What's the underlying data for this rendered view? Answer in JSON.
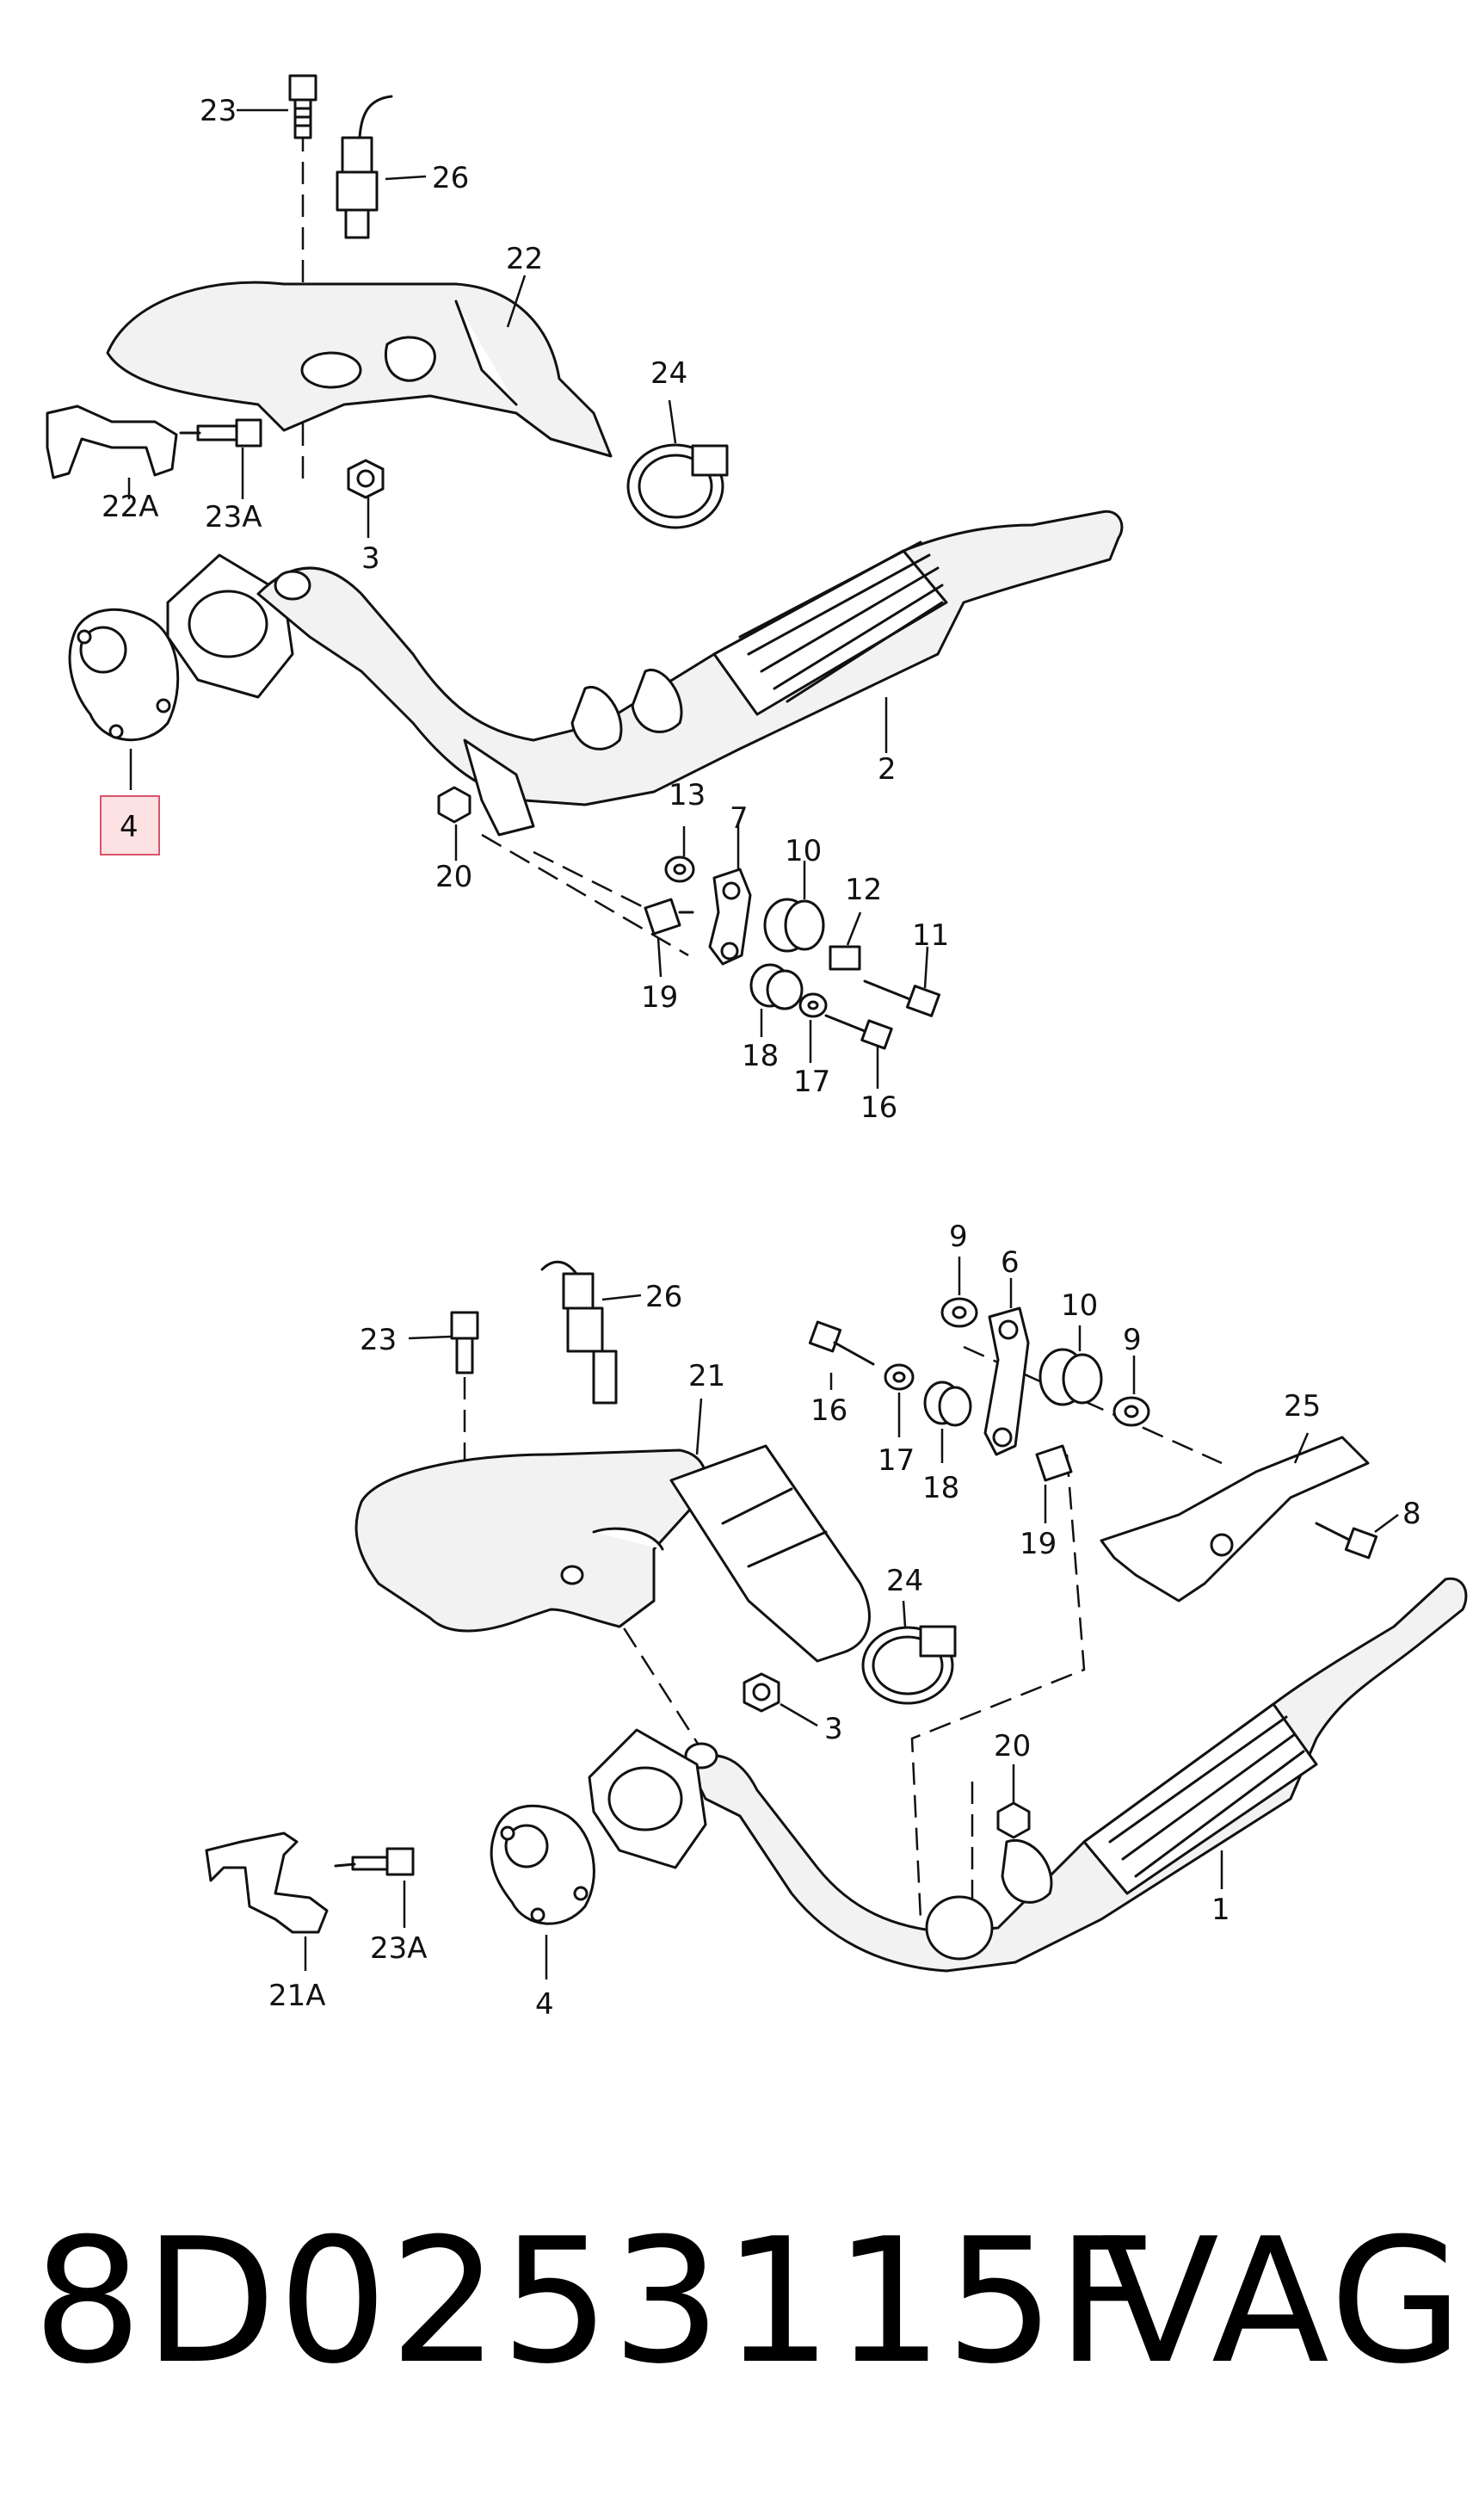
{
  "diagram": {
    "upper": {
      "labels": {
        "l23": "23",
        "l26": "26",
        "l22": "22",
        "l24": "24",
        "l22A": "22A",
        "l23A": "23A",
        "l3": "3",
        "l4": "4",
        "l2": "2",
        "l13": "13",
        "l7": "7",
        "l10": "10",
        "l12": "12",
        "l11": "11",
        "l20": "20",
        "l19": "19",
        "l18": "18",
        "l17": "17",
        "l16": "16"
      },
      "highlighted_label": "4"
    },
    "lower": {
      "labels": {
        "l9a": "9",
        "l6": "6",
        "l10": "10",
        "l9b": "9",
        "l26": "26",
        "l23": "23",
        "l21": "21",
        "l16": "16",
        "l17": "17",
        "l18": "18",
        "l25": "25",
        "l19": "19",
        "l8": "8",
        "l24": "24",
        "l3": "3",
        "l20": "20",
        "l1": "1",
        "l23A": "23A",
        "l21A": "21A",
        "l4": "4"
      }
    }
  },
  "footer": {
    "part_number": "8D0253115F",
    "brand": "VAG"
  }
}
